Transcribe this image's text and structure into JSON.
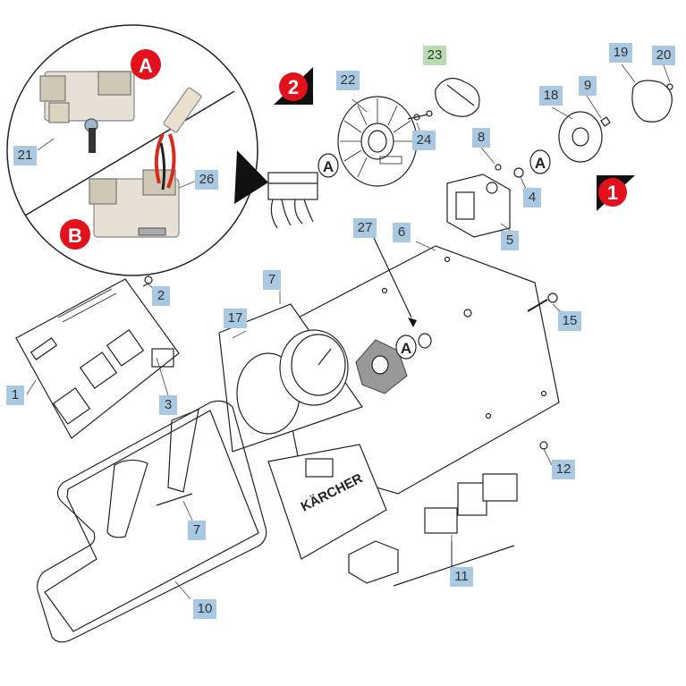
{
  "colors": {
    "label_bg": "#a9c8e1",
    "label_highlight_bg": "#b8ddb0",
    "badge_red": "#e3111b",
    "line": "#222222"
  },
  "badges": {
    "b1": "1",
    "b2": "2",
    "bA": "A",
    "bB": "B"
  },
  "inset_marker": "A",
  "brand_text": "KÄRCHER",
  "parts": {
    "p1": "1",
    "p2": "2",
    "p3": "3",
    "p4": "4",
    "p5": "5",
    "p6": "6",
    "p7a": "7",
    "p7b": "7",
    "p8": "8",
    "p9": "9",
    "p10": "10",
    "p11": "11",
    "p12": "12",
    "p15": "15",
    "p17": "17",
    "p18": "18",
    "p19": "19",
    "p20": "20",
    "p21": "21",
    "p22": "22",
    "p23": "23",
    "p24": "24",
    "p26": "26",
    "p27": "27"
  },
  "highlighted_part": "23"
}
